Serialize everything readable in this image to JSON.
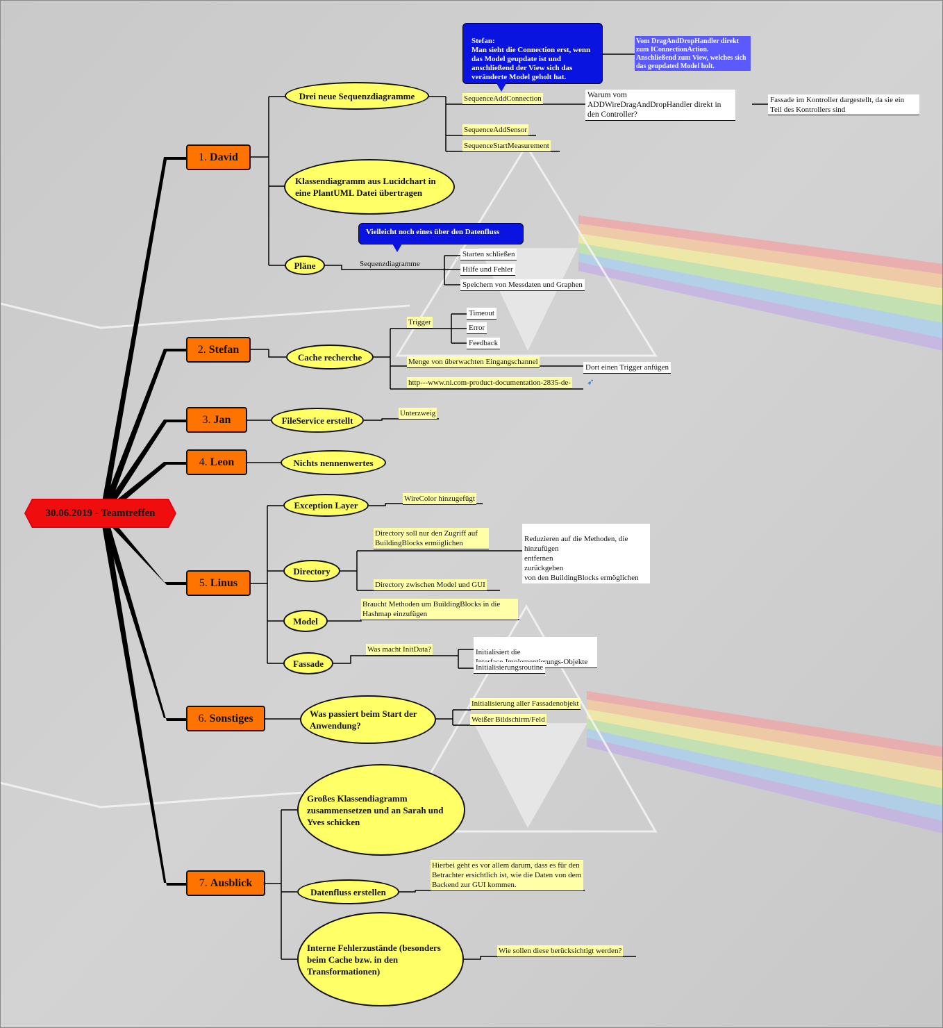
{
  "root": "30.06.2019 - Teamtreffen",
  "topics": [
    {
      "num": "1.",
      "name": "David"
    },
    {
      "num": "2.",
      "name": "Stefan"
    },
    {
      "num": "3.",
      "name": "Jan"
    },
    {
      "num": "4.",
      "name": "Leon"
    },
    {
      "num": "5.",
      "name": "Linus"
    },
    {
      "num": "6.",
      "name": "Sonstiges"
    },
    {
      "num": "7.",
      "name": "Ausblick"
    }
  ],
  "david": {
    "seq": "Drei neue Sequenzdiagramme",
    "seq_items": [
      "SequenceAddConnection",
      "SequenceAddSensor",
      "SequenceStartMeasurement"
    ],
    "callout_stefan": "Stefan:\nMan sieht die Connection erst, wenn das Model geupdate ist und anschließend der View sich das veränderte Model geholt hat.",
    "blue_note": "Vom DragAndDropHandler direkt zum IConnectionAction. Anschließend zum View, welches sich das geupdated Model holt.",
    "question": "Warum vom ADDWireDragAndDropHandler direkt in den Controller?",
    "answer": "Fassade im Kontroller dargestellt, da sie ein Teil des Kontrollers sind",
    "class": "Klassendiagramm aus Lucidchart in eine PlantUML Datei übertragen",
    "plans": "Pläne",
    "plans_callout": "Vielleicht noch eines über den Datenfluss",
    "plans_seq": "Sequenzdiagramme",
    "plans_items": [
      "Starten schließen",
      "Hilfe und Fehler",
      "Speichern von Messdaten und Graphen"
    ]
  },
  "stefan": {
    "cache": "Cache recherche",
    "trigger": "Trigger",
    "trigger_items": [
      "Timeout",
      "Error",
      "Feedback"
    ],
    "menge": "Menge von überwachten Eingangschannel",
    "menge_note": "Dort einen Trigger anfügen",
    "link": "http---www.ni.com-product-documentation-2835-de-"
  },
  "jan": {
    "file": "FileService erstellt",
    "sub": "Unterzweig"
  },
  "leon": {
    "nothing": "Nichts nennenwertes"
  },
  "linus": {
    "exception": "Exception Layer",
    "wirecolor": "WireColor hinzugefügt",
    "directory": "Directory",
    "dir_note1": "Directory soll nur den Zugriff auf BuildingBlocks ermöglichen",
    "dir_reduce": "Reduzieren auf die Methoden, die\nhinzufügen\nentfernen\nzurückgeben\nvon den BuildingBlocks ermöglichen",
    "dir_note2": "Directory zwischen Model und GUI",
    "model": "Model",
    "model_note": "Braucht Methoden um BuildingBlocks in die Hashmap einzufügen",
    "fassade": "Fassade",
    "initdata": "Was macht InitData?",
    "init1": "Initialisiert die\nInterface-Implementierungs-Objekte",
    "init2": "Initialisierungsroutine"
  },
  "sonstiges": {
    "start": "Was passiert beim Start der Anwendung?",
    "items": [
      "Initialisierung aller Fassadenobjekt",
      "Weißer Bildschirm/Feld"
    ]
  },
  "ausblick": {
    "gross": "Großes Klassendiagramm zusammensetzen und an Sarah und Yves schicken",
    "datenfluss": "Datenfluss erstellen",
    "datenfluss_note": "Hierbei geht es vor allem darum, dass es für den Betrachter ersichtlich ist, wie die Daten von dem Backend zur GUI kommen.",
    "fehler": "Interne Fehlerzustände (besonders beim Cache bzw. in den Transformationen)",
    "fehler_note": "Wie sollen diese berücksichtigt werden?"
  }
}
